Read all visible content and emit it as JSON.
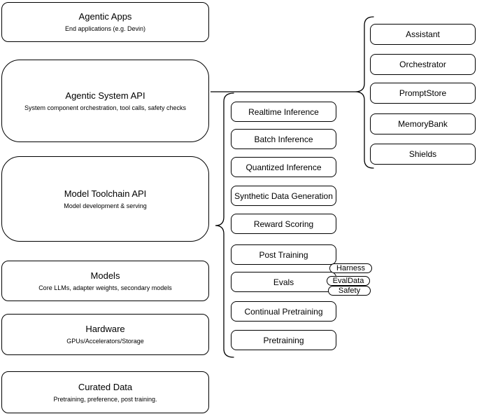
{
  "diagram": {
    "left_stack": [
      {
        "title": "Agentic Apps",
        "subtitle": "End applications (e.g. Devin)"
      },
      {
        "title": "Agentic System API",
        "subtitle": "System component orchestration, tool calls, safety checks"
      },
      {
        "title": "Model Toolchain API",
        "subtitle": "Model development & serving"
      },
      {
        "title": "Models",
        "subtitle": "Core LLMs, adapter weights, secondary models"
      },
      {
        "title": "Hardware",
        "subtitle": "GPUs/Accelerators/Storage"
      },
      {
        "title": "Curated Data",
        "subtitle": "Pretraining, preference, post training."
      }
    ],
    "toolchain_components": [
      "Realtime Inference",
      "Batch Inference",
      "Quantized Inference",
      "Synthetic Data Generation",
      "Reward Scoring",
      "Post Training",
      "Evals",
      "Continual Pretraining",
      "Pretraining"
    ],
    "evals_tags": [
      "Harness",
      "EvalData",
      "Safety"
    ],
    "system_components": [
      "Assistant",
      "Orchestrator",
      "PromptStore",
      "MemoryBank",
      "Shields"
    ],
    "colors": {
      "stroke": "#000000",
      "fill": "#ffffff",
      "text": "#000000",
      "background": "#ffffff"
    }
  }
}
